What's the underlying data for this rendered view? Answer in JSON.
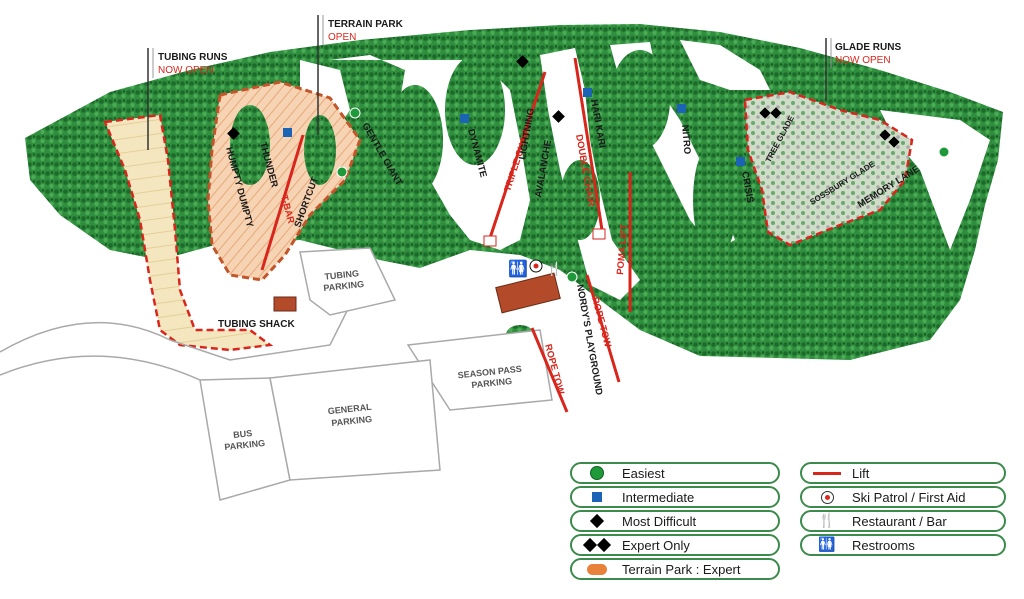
{
  "callouts": {
    "tubing": {
      "title": "TUBING RUNS",
      "status": "NOW OPEN"
    },
    "terrain": {
      "title": "TERRAIN PARK",
      "status": "OPEN"
    },
    "glade": {
      "title": "GLADE RUNS",
      "status": "NOW OPEN"
    }
  },
  "trails": {
    "humpty_dumpty": "HUMPTY DUMPTY",
    "thunder": "THUNDER",
    "t_bar": "T-BAR",
    "shortcut": "SHORTCUT",
    "gentle_giant": "GENTLE GIANT",
    "dynamite": "DYNAMITE",
    "triple_chair": "TRIPLE CHAIR",
    "lightning": "LIGHTNING",
    "avalanche": "AVALANCHE",
    "double_chair": "DOUBLE CHAIR",
    "hari_kari": "HARI KARI",
    "nitro": "NITRO",
    "poma_lift": "POMA LIFT",
    "crisis": "CRISIS",
    "tree_glade": "TREE GLADE",
    "sossbury_glade": "SOSSBURY GLADE",
    "memory_lane": "MEMORY LANE",
    "rope_tow_1": "ROPE TOW",
    "rope_tow_2": "ROPE TOW",
    "nordys_playground": "NORDY'S PLAYGROUND"
  },
  "lots": {
    "tubing_parking": [
      "TUBING",
      "PARKING"
    ],
    "season_pass_parking": [
      "SEASON PASS",
      "PARKING"
    ],
    "bus_parking": [
      "BUS",
      "PARKING"
    ],
    "general_parking": [
      "GENERAL",
      "PARKING"
    ],
    "tubing_shack": "TUBING SHACK"
  },
  "legend": {
    "left": [
      {
        "icon": "green-circle-icon",
        "label": "Easiest"
      },
      {
        "icon": "blue-square-icon",
        "label": "Intermediate"
      },
      {
        "icon": "black-diamond-icon",
        "label": "Most Difficult"
      },
      {
        "icon": "double-black-diamond-icon",
        "label": "Expert Only"
      },
      {
        "icon": "terrain-park-icon",
        "label": "Terrain Park : Expert"
      }
    ],
    "right": [
      {
        "icon": "lift-line-icon",
        "label": "Lift"
      },
      {
        "icon": "ski-patrol-icon",
        "label": "Ski Patrol / First Aid"
      },
      {
        "icon": "restaurant-icon",
        "label": "Restaurant / Bar",
        "glyph": "🍴"
      },
      {
        "icon": "restroom-icon",
        "label": "Restrooms",
        "glyph": "🚻"
      }
    ]
  },
  "colors": {
    "forest": "#2f8f3e",
    "forest_dark": "#1d6a2b",
    "lift": "#d9261c",
    "boundary": "#c2552a",
    "terrain_park": "#f3c9a5",
    "tubing": "#f3e3b8",
    "glade": "#c9d8c0",
    "legend_border": "#3c8a4c",
    "easiest": "#1f9a3a",
    "intermediate": "#1b64b5"
  }
}
